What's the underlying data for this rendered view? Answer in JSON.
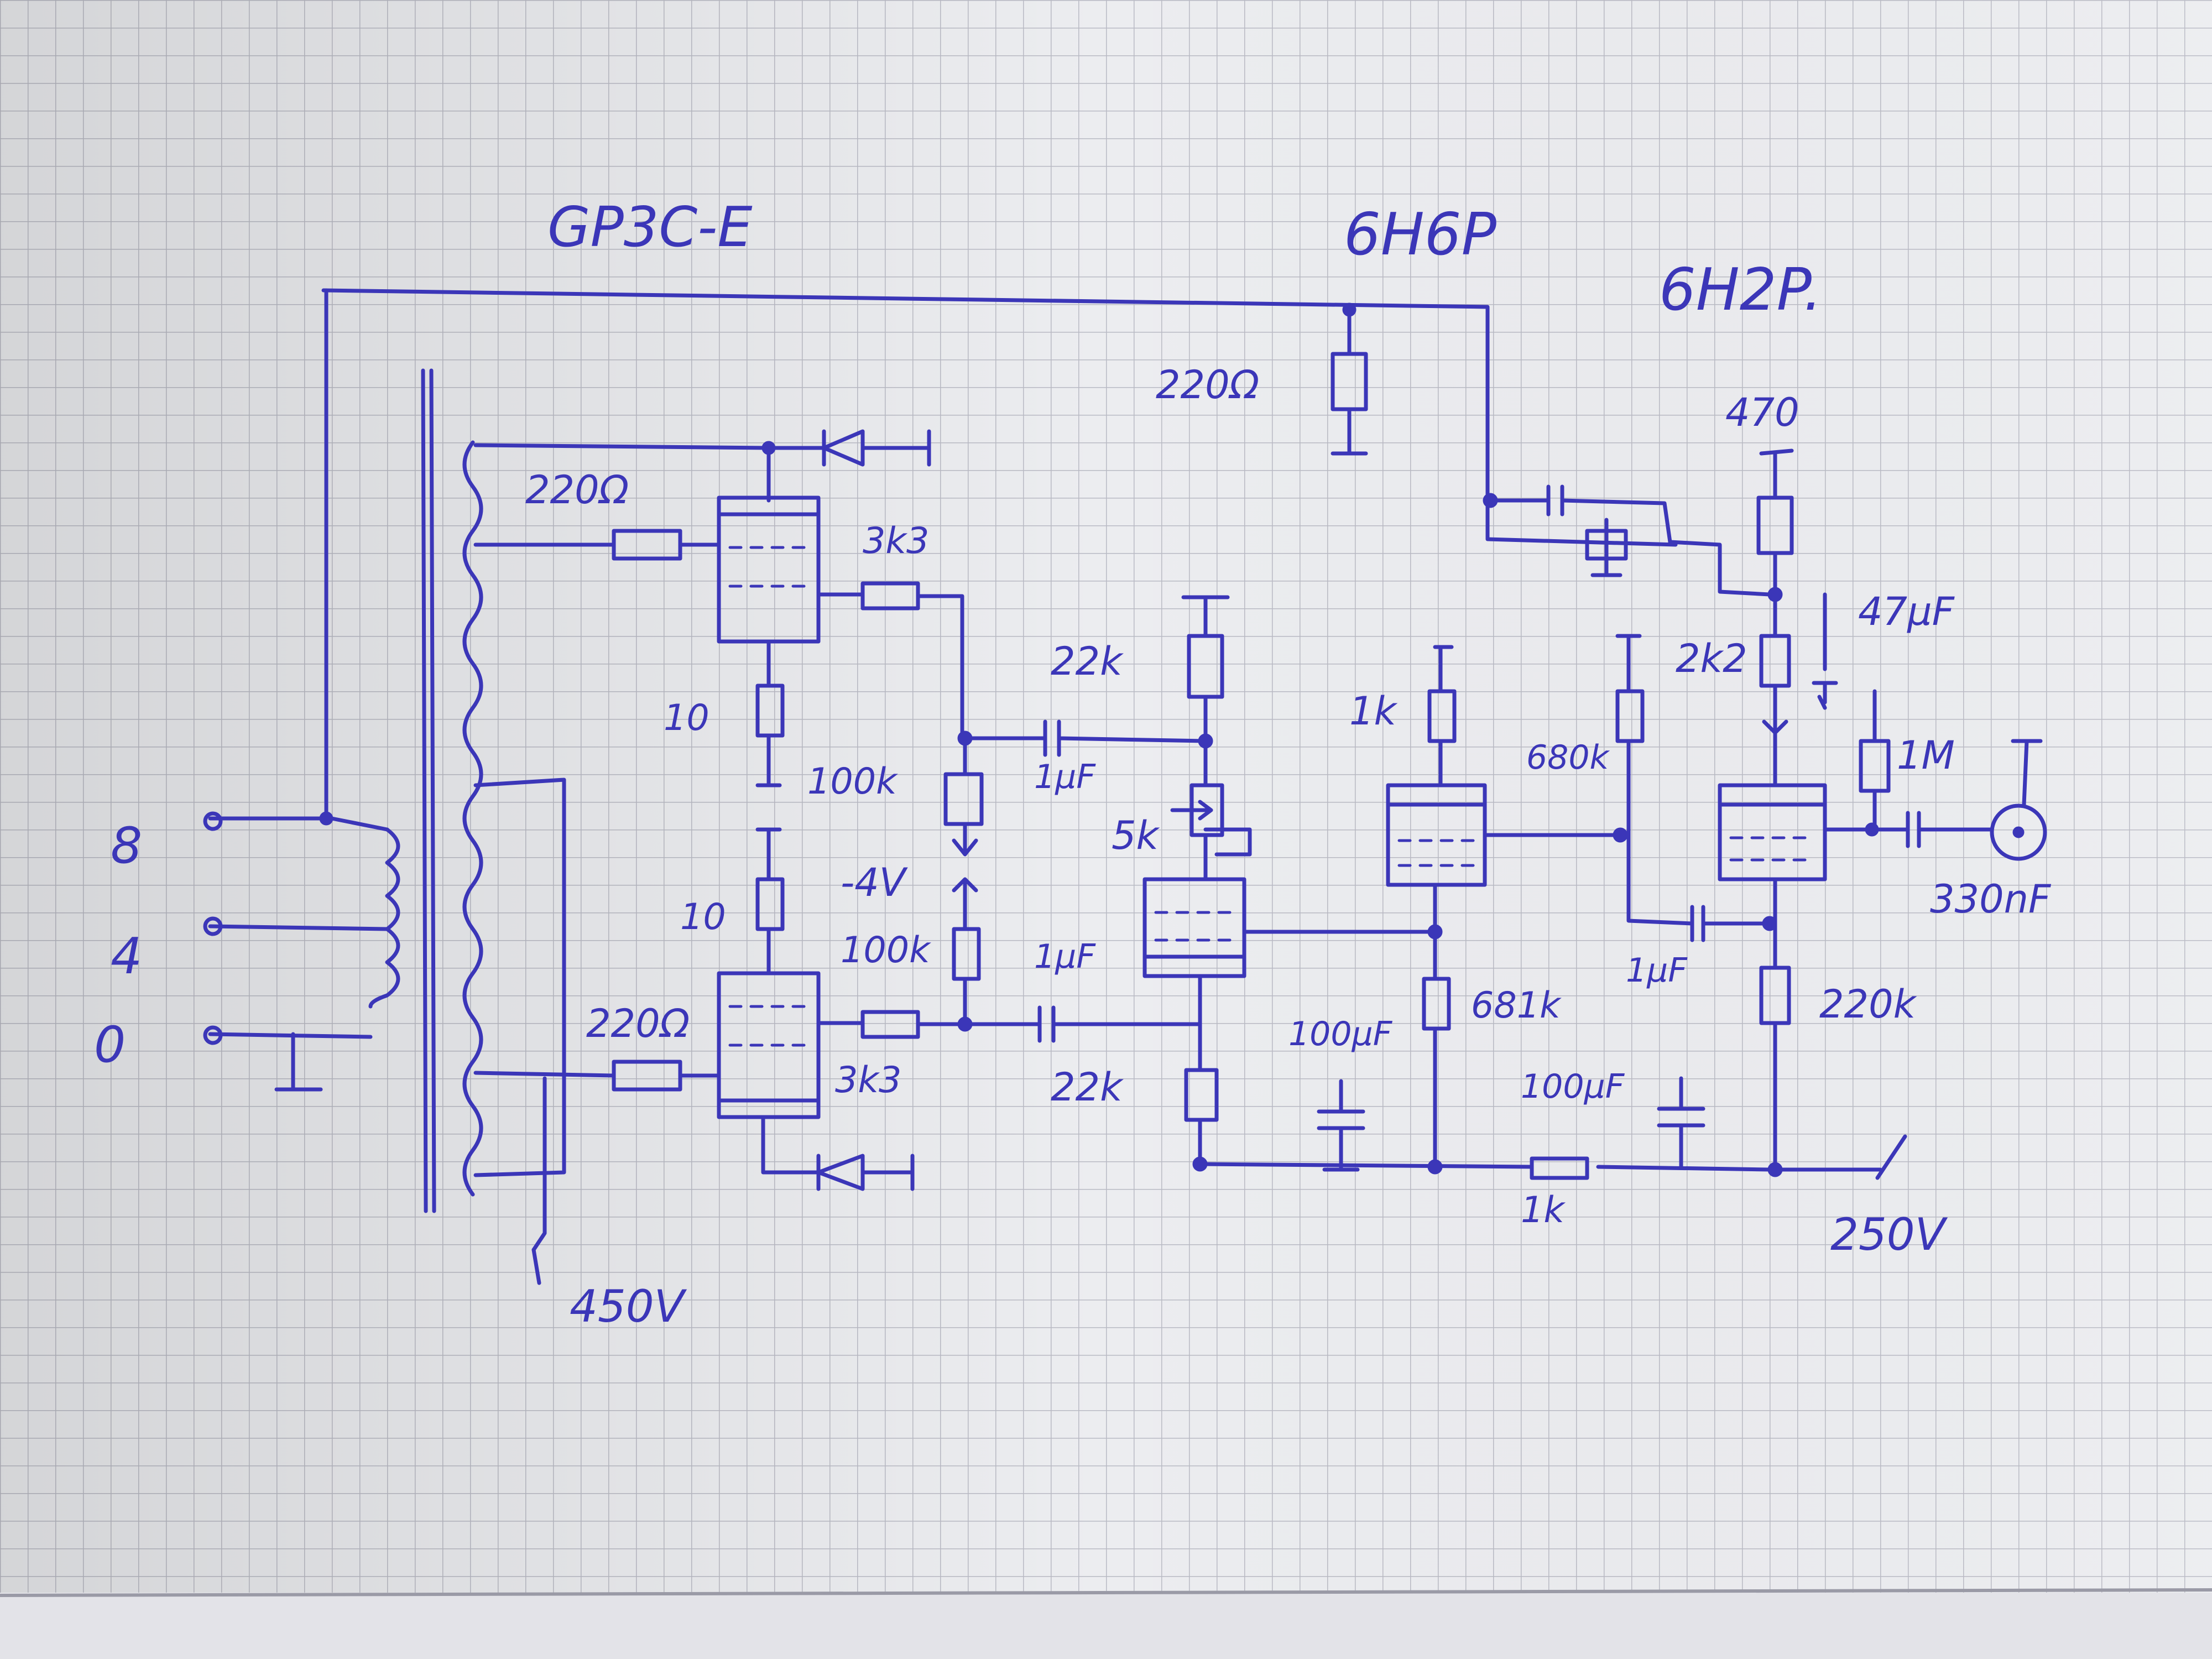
{
  "labels": {
    "tube_output": "GP3C-E",
    "tube_driver": "6H6P",
    "tube_input": "6H2P.",
    "r_screen": "220Ω",
    "r_plate_top": "470",
    "c_input_grid": "47μF",
    "r_input_plate": "2k2",
    "r_input_grid": "1M",
    "c_input": "330nF",
    "r_input_cathode": "220k",
    "r_v1_plate": "1k",
    "r_v1_grid": "680k",
    "c_coupling_mid": "1μF",
    "r_v1_cathode": "681k",
    "c_bypass_1": "100μF",
    "c_bypass_2": "100μF",
    "r_supply": "1k",
    "supply_250": "250V",
    "r_22k_top": "22k",
    "r_22k_bot": "22k",
    "pot_5k": "5k",
    "c_1uf_top": "1μF",
    "c_1uf_bot": "1μF",
    "r_100k_top": "100k",
    "r_100k_bot": "100k",
    "bias": "-4V",
    "r_3k3_top": "3k3",
    "r_3k3_bot": "3k3",
    "r_10_top": "10",
    "r_10_bot": "10",
    "r_220_top": "220Ω",
    "r_220_bot": "220Ω",
    "supply_450": "450V",
    "tap_8": "8",
    "tap_4": "4",
    "tap_0": "0"
  },
  "colors": {
    "ink": "#3b36b8",
    "paper": "#e9e9ec",
    "grid": "#b9bac4"
  }
}
